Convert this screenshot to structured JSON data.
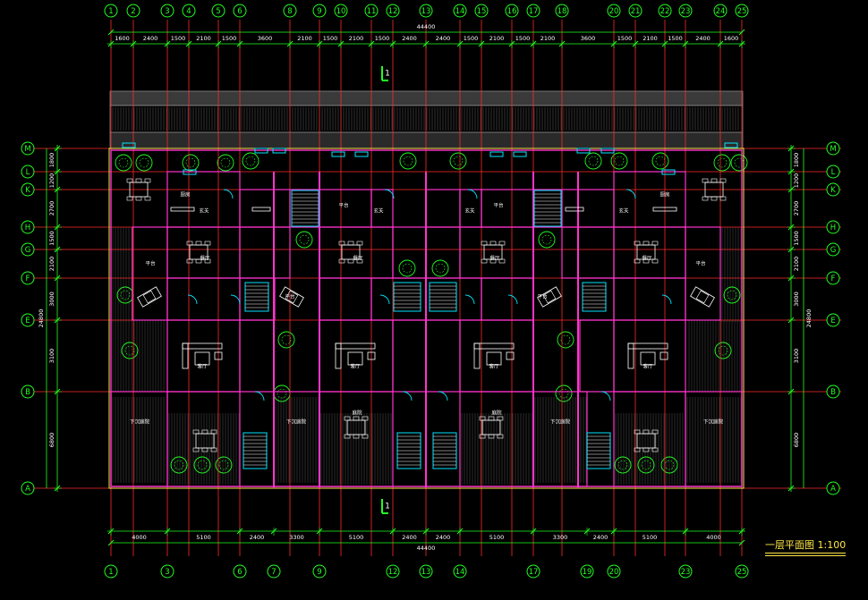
{
  "drawing": {
    "title": "一层平面图 1:100",
    "section_mark": "1",
    "overall_width_top": "44400",
    "overall_width_bottom": "44400",
    "overall_depth": "24800"
  },
  "colors": {
    "background": "#000000",
    "axis_line": "#ff2a2a",
    "dimension": "#22ff22",
    "wall": "#ff33cc",
    "furniture": "#ffffff",
    "vegetation": "#22ff22",
    "stair_window": "#00e5ff",
    "title": "#ffe84a"
  },
  "top_axes": [
    "1",
    "2",
    "3",
    "4",
    "5",
    "6",
    "8",
    "9",
    "10",
    "11",
    "12",
    "13",
    "14",
    "15",
    "16",
    "17",
    "18",
    "20",
    "21",
    "22",
    "23",
    "24",
    "25"
  ],
  "top_dims": [
    "1600",
    "2400",
    "1500",
    "2100",
    "1500",
    "3600",
    "2100",
    "1500",
    "2100",
    "1500",
    "2400",
    "2400",
    "1500",
    "2100",
    "1500",
    "2100",
    "3600",
    "1500",
    "2100",
    "1500",
    "2400",
    "1600"
  ],
  "bottom_axes": [
    "1",
    "3",
    "6",
    "7",
    "9",
    "12",
    "13",
    "14",
    "17",
    "19",
    "20",
    "23",
    "25"
  ],
  "bottom_dims": [
    "4000",
    "5100",
    "2400",
    "3300",
    "5100",
    "2400",
    "2400",
    "5100",
    "3300",
    "2400",
    "5100",
    "4000"
  ],
  "row_axes": [
    "M",
    "L",
    "K",
    "H",
    "G",
    "F",
    "E",
    "B",
    "A"
  ],
  "row_dims": [
    "1800",
    "1200",
    "2700",
    "1500",
    "2100",
    "3000",
    "3100",
    "6800"
  ],
  "room_labels": [
    "下沉庭院",
    "下沉庭院",
    "下沉庭院",
    "下沉庭院",
    "庭院",
    "庭院",
    "平台",
    "平台",
    "平台",
    "平台",
    "平台",
    "平台",
    "玄关",
    "玄关",
    "玄关",
    "玄关",
    "厨房",
    "厨房",
    "客厅",
    "客厅",
    "客厅",
    "客厅",
    "餐厅",
    "餐厅",
    "餐厅",
    "餐厅"
  ]
}
